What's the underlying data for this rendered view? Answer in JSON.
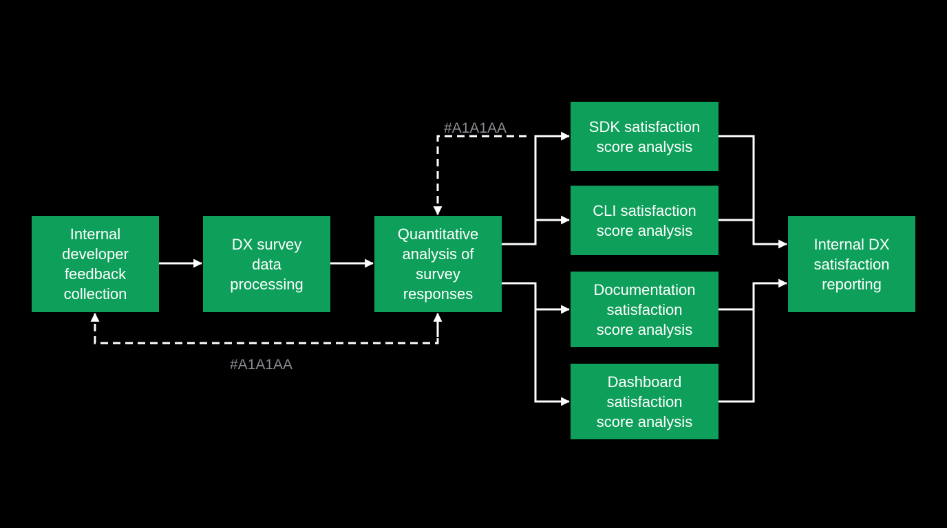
{
  "diagram": {
    "nodes": {
      "collect": "Internal\ndeveloper\nfeedback\ncollection",
      "process": "DX survey\ndata\nprocessing",
      "quant": "Quantitative\nanalysis of\nsurvey\nresponses",
      "sdk": "SDK satisfaction\nscore analysis",
      "cli": "CLI satisfaction\nscore analysis",
      "docs": "Documentation\nsatisfaction\nscore analysis",
      "dash": "Dashboard\nsatisfaction\nscore analysis",
      "report": "Internal DX\nsatisfaction\nreporting"
    },
    "edge_labels": {
      "top_feedback": "#A1A1AA",
      "bottom_feedback": "#A1A1AA"
    },
    "colors": {
      "background": "#000000",
      "node_fill": "#0e9f5a",
      "node_text": "#ffffff",
      "edge": "#ffffff",
      "edge_label": "#8c8c94"
    }
  }
}
